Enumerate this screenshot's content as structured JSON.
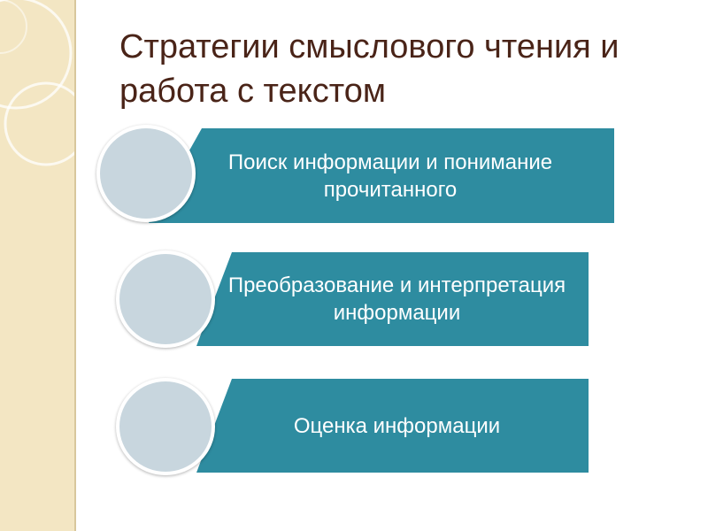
{
  "slide": {
    "title": "Стратегии смыслового чтения и работа с текстом"
  },
  "diagram": {
    "items": [
      {
        "text": "Поиск информации и понимание прочитанного"
      },
      {
        "text": "Преобразование и интерпретация информации"
      },
      {
        "text": "Оценка информации"
      }
    ]
  },
  "colors": {
    "bar": "#2e8ca0",
    "circle": "#c8d6de",
    "title": "#4a2418",
    "side_panel": "#f3e6c3"
  }
}
